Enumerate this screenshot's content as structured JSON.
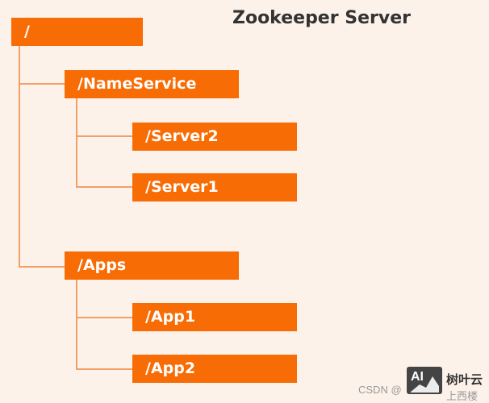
{
  "title": "Zookeeper Server",
  "colors": {
    "node": "#f76c05",
    "line": "#f1a06a",
    "background": "#fdf2ea"
  },
  "nodes": {
    "root": "/",
    "nameservice": "/NameService",
    "server2": "/Server2",
    "server1": "/Server1",
    "apps": "/Apps",
    "app1": "/App1",
    "app2": "/App2"
  },
  "watermark": {
    "csdn": "CSDN @",
    "suffix": "上西楼",
    "logo_mark": "AI",
    "logo_text": "树叶云"
  }
}
